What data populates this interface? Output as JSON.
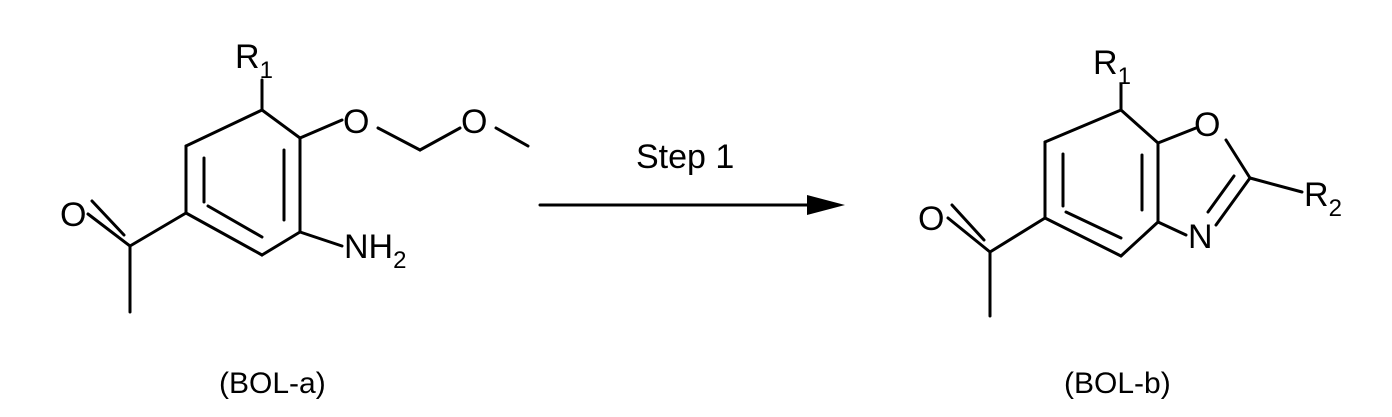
{
  "scheme": {
    "reactant": {
      "label": "(BOL-a)",
      "substituent_r": "R",
      "substituent_r_sub": "1",
      "ether_oxygen_1": "O",
      "ether_oxygen_2": "O",
      "carbonyl_oxygen": "O",
      "amine_prefix": "NH",
      "amine_sub": "2"
    },
    "arrow": {
      "label": "Step 1"
    },
    "product": {
      "label": "(BOL-b)",
      "substituent_r1": "R",
      "substituent_r1_sub": "1",
      "substituent_r2": "R",
      "substituent_r2_sub": "2",
      "ring_oxygen": "O",
      "ring_nitrogen": "N",
      "carbonyl_oxygen": "O"
    }
  }
}
